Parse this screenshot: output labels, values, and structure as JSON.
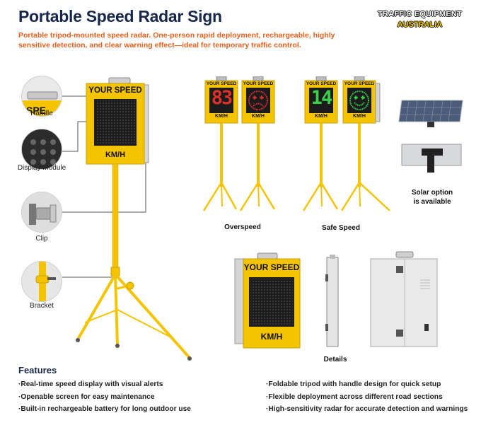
{
  "header": {
    "title": "Portable Speed Radar Sign",
    "subtitle": "Portable tripod-mounted speed radar. One-person rapid deployment, rechargeable, highly sensitive detection, and clear warning effect—ideal for temporary traffic control."
  },
  "brand": {
    "line1": "TRAFFIC EQUIPMENT",
    "line2": "AUSTRALIA"
  },
  "callouts": {
    "handle": "Handle",
    "display_module": "Display Module",
    "clip": "Clip",
    "bracket": "Bracket"
  },
  "main_sign": {
    "top_text": "YOUR SPEED",
    "unit_text": "KM/H"
  },
  "mini_signs": {
    "top_text": "YOUR SPEED",
    "unit_text": "KM/H",
    "overspeed_value": "83",
    "safe_value": "14"
  },
  "captions": {
    "overspeed": "Overspeed",
    "safe_speed": "Safe Speed",
    "solar": "Solar option is available",
    "details": "Details"
  },
  "colors": {
    "title": "#17284a",
    "subtitle": "#e8601c",
    "sign_yellow": "#f5c400",
    "overspeed_led": "#e0302a",
    "safe_led": "#39d24a"
  },
  "features": {
    "heading": "Features",
    "left": [
      "·Real-time speed display with visual alerts",
      "·Openable screen for easy maintenance",
      "·Built-in rechargeable battery for long outdoor use"
    ],
    "right": [
      "·Foldable tripod with handle design for quick setup",
      "·Flexible deployment across different road sections",
      "·High-sensitivity radar for accurate detection and warnings"
    ]
  }
}
